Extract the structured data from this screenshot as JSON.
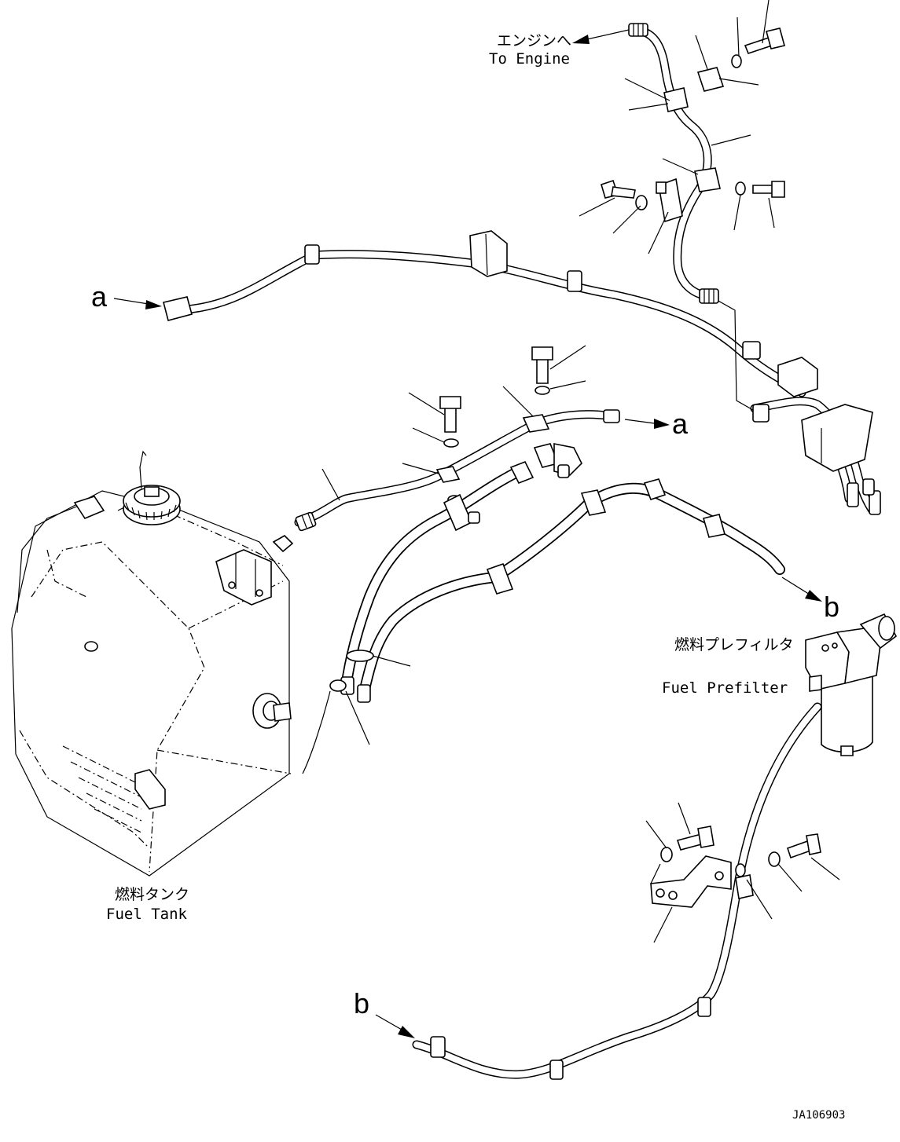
{
  "labels": {
    "engine_jp": "エンジンへ",
    "engine_en": "To Engine",
    "fuel_tank_jp": "燃料タンク",
    "fuel_tank_en": "Fuel Tank",
    "prefilter_jp": "燃料プレフィルタ",
    "prefilter_en": "Fuel Prefilter",
    "drawing_number": "JA106903"
  },
  "connection_markers": {
    "a": "a",
    "b": "b"
  },
  "icons": {
    "tank": "fuel-tank-icon",
    "filter": "fuel-prefilter-icon",
    "bolt": "bolt-icon",
    "washer": "washer-icon",
    "clamp": "hose-clamp-icon",
    "bracket": "bracket-icon",
    "pipe": "fuel-pipe-icon",
    "hose": "fuel-hose-icon"
  }
}
